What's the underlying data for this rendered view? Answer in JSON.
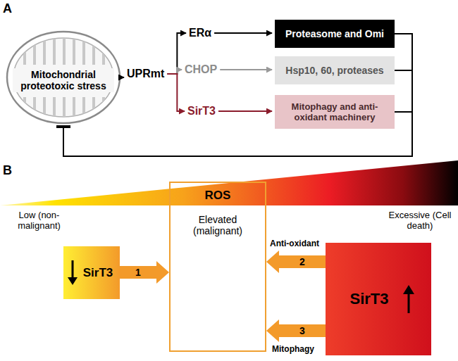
{
  "diagram": {
    "nodes": [
      {
        "text": [
          "Mitochondrial proteotoxic stress"
        ]
      },
      {
        "text": [
          "UPRmt"
        ]
      },
      {
        "text": [
          "ERα"
        ]
      },
      {
        "text": [
          "CHOP"
        ]
      },
      {
        "text": [
          "SirT3"
        ]
      },
      {
        "text": [
          "Proteasome and Omi"
        ]
      },
      {
        "text": [
          "Hsp10, 60, proteases"
        ]
      },
      {
        "text": [
          "Mitophagy and anti-oxidant machinery"
        ]
      },
      {
        "text": [
          "ROS",
          "Elevated (malignant)"
        ]
      },
      {
        "text": [
          "SirT3"
        ]
      },
      {
        "text": [
          "SirT3"
        ]
      }
    ],
    "edges": [
      {
        "from": 0,
        "to": 1,
        "arrow": "to"
      },
      {
        "from": 1,
        "to": 2,
        "arrow": "to"
      },
      {
        "from": 1,
        "to": 3,
        "arrow": "to"
      },
      {
        "from": 1,
        "to": 4,
        "arrow": "to"
      },
      {
        "from": 2,
        "to": 5,
        "arrow": "to"
      },
      {
        "from": 3,
        "to": 6,
        "arrow": "to"
      },
      {
        "from": 4,
        "to": 7,
        "arrow": "to"
      },
      {
        "from": 5,
        "to": 0,
        "arrow": "to"
      },
      {
        "from": 6,
        "to": 0,
        "arrow": "to"
      },
      {
        "from": 7,
        "to": 0,
        "arrow": "to"
      },
      {
        "from": 9,
        "to": 8,
        "label": "1",
        "arrow": "to"
      },
      {
        "from": 10,
        "to": 8,
        "label": "2",
        "arrow": "to"
      },
      {
        "from": 10,
        "to": 8,
        "label": "3",
        "arrow": "to"
      }
    ],
    "labels": [
      "A",
      "B",
      "Low (non-malignant)",
      "Excessive (Cell death)",
      "Anti-oxidant",
      "Mitophagy"
    ]
  }
}
